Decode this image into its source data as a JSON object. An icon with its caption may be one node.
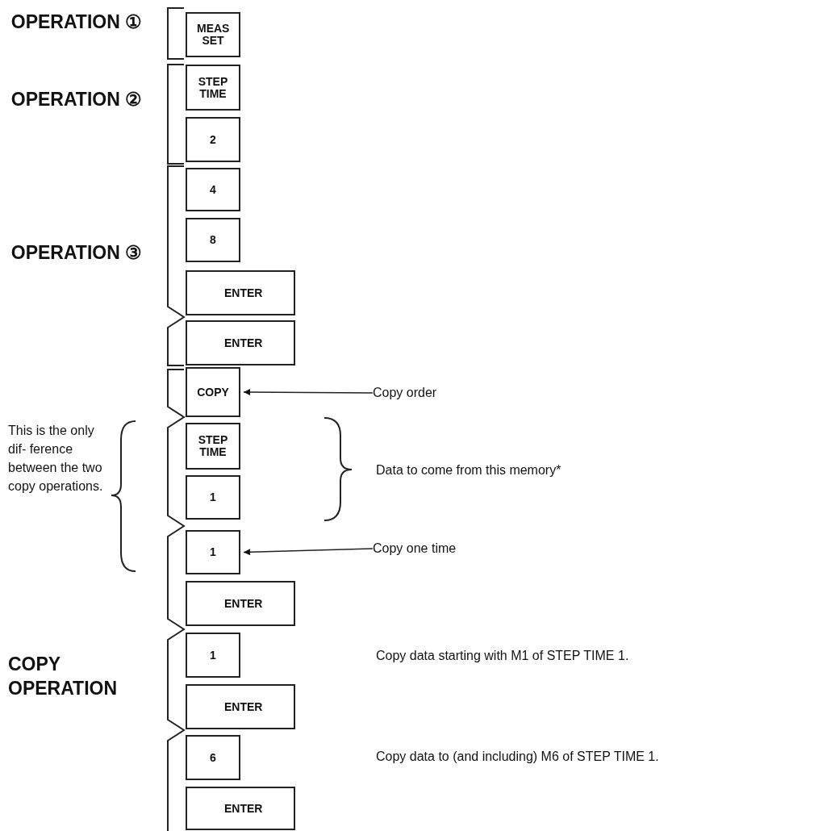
{
  "diagram": {
    "nodes": [
      {
        "text": [
          "MEAS SET"
        ]
      },
      {
        "text": [
          "STEP TIME"
        ]
      },
      {
        "text": [
          "2"
        ]
      },
      {
        "text": [
          "4"
        ]
      },
      {
        "text": [
          "8"
        ]
      },
      {
        "text": [
          "ENTER"
        ]
      },
      {
        "text": [
          "ENTER"
        ]
      },
      {
        "text": [
          "COPY"
        ]
      },
      {
        "text": [
          "Copy order"
        ]
      },
      {
        "text": [
          "STEP TIME"
        ]
      },
      {
        "text": [
          "1"
        ]
      },
      {
        "text": [
          "1"
        ]
      },
      {
        "text": [
          "Copy one time"
        ]
      },
      {
        "text": [
          "ENTER"
        ]
      },
      {
        "text": [
          "1"
        ]
      },
      {
        "text": [
          "ENTER"
        ]
      },
      {
        "text": [
          "6"
        ]
      },
      {
        "text": [
          "ENTER"
        ]
      }
    ],
    "edges": [
      {
        "from": 8,
        "to": 7,
        "arrow": "to"
      },
      {
        "from": 12,
        "to": 11,
        "arrow": "to"
      }
    ],
    "labels": [
      "OPERATION ①",
      "OPERATION ②",
      "OPERATION ③",
      "This is the only dif- ference between the two copy operations.",
      "Data to come from this memory*",
      "COPY OPERATION",
      "Copy data starting with M1 of STEP TIME 1.",
      "Copy data to (and including) M6 of STEP TIME 1."
    ]
  }
}
